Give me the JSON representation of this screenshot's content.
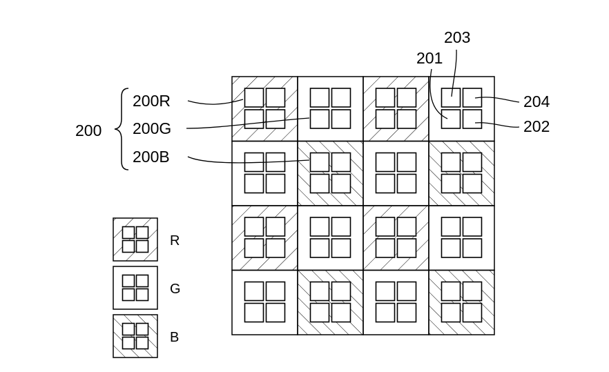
{
  "labels": {
    "group": "200",
    "red": "200R",
    "green": "200G",
    "blue": "200B",
    "sub_201": "201",
    "sub_202": "202",
    "sub_203": "203",
    "sub_204": "204"
  },
  "legend": [
    {
      "type": "R",
      "label": "R"
    },
    {
      "type": "G",
      "label": "G"
    },
    {
      "type": "B",
      "label": "B"
    }
  ],
  "grid": {
    "rows": [
      [
        "R",
        "G",
        "R",
        "G"
      ],
      [
        "G",
        "B",
        "G",
        "B"
      ],
      [
        "R",
        "G",
        "R",
        "G"
      ],
      [
        "G",
        "B",
        "G",
        "B"
      ]
    ]
  }
}
